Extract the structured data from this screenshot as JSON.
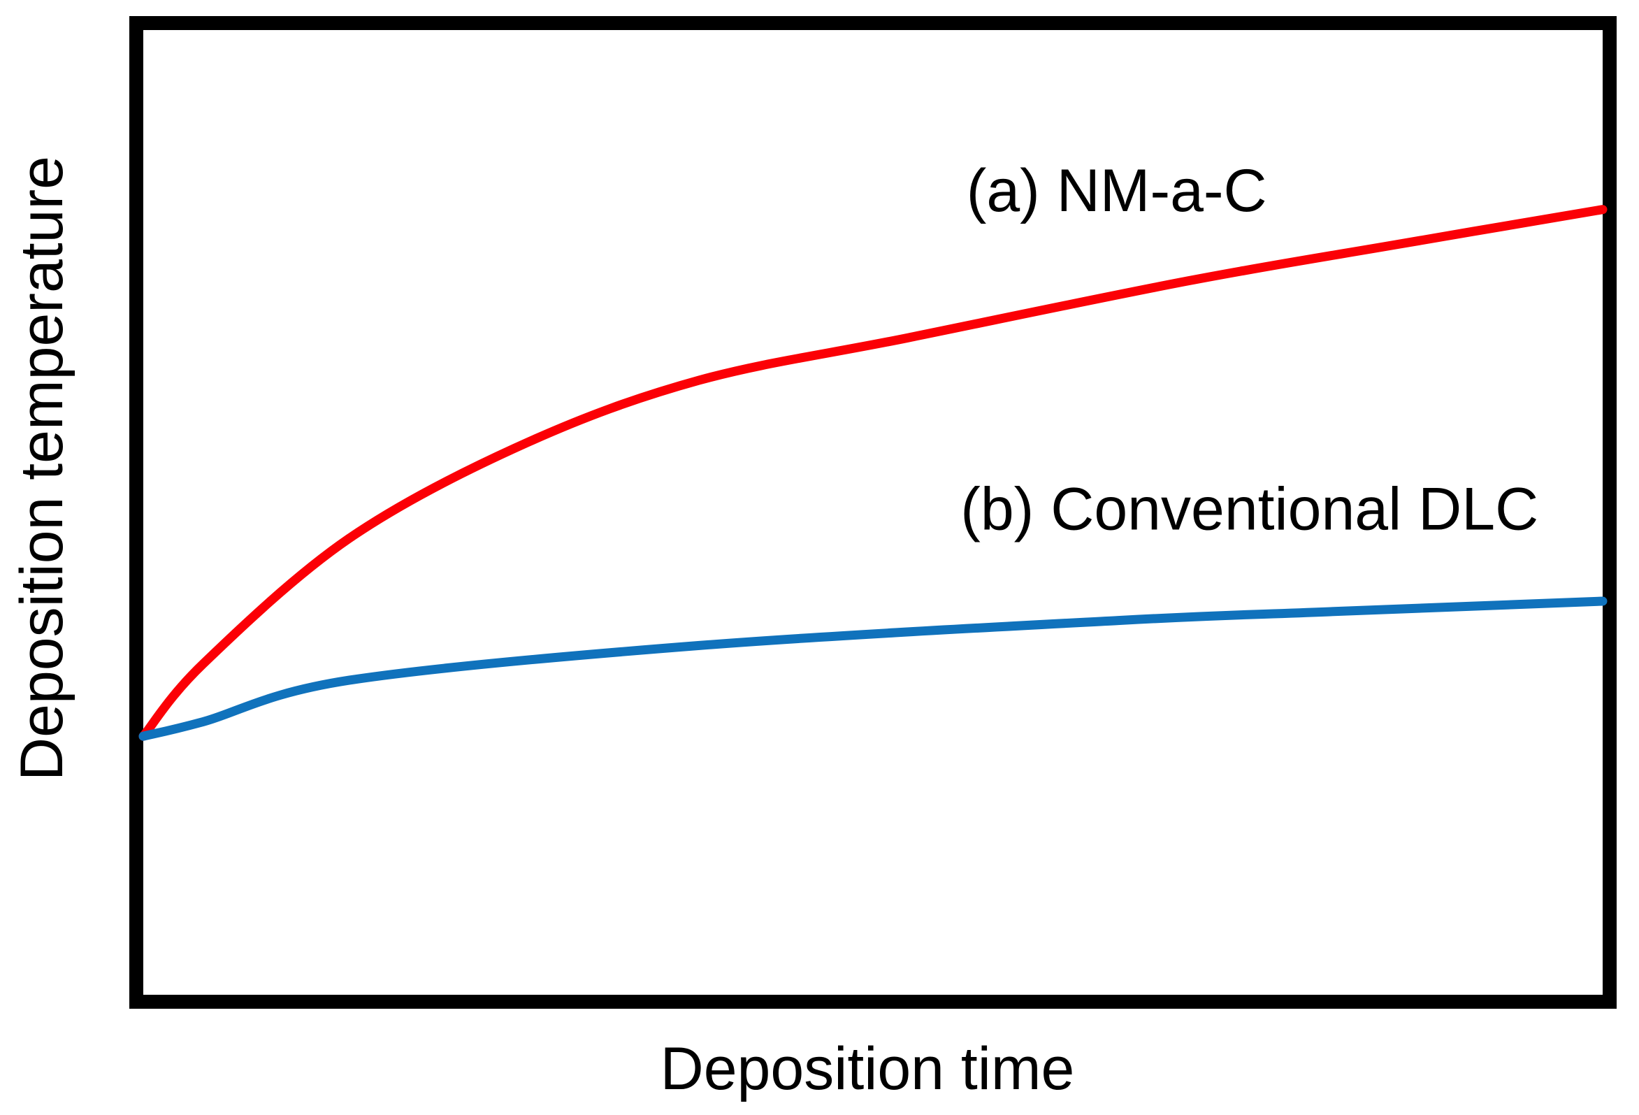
{
  "page": {
    "background_color": "#ffffff",
    "description": "Schematic line chart comparing deposition temperature vs deposition time for two coating types"
  },
  "chart_data": {
    "type": "line",
    "title": "",
    "xlabel": "Deposition time",
    "ylabel": "Deposition temperature",
    "x_axis": {
      "min": 0,
      "max": 1,
      "tick_labels": [],
      "numeric": false
    },
    "y_axis": {
      "min": 0,
      "max": 1,
      "tick_labels": [],
      "numeric": false
    },
    "grid": false,
    "legend_position": "inline-annotations",
    "frame_color": "#000000",
    "frame_line_width": 20,
    "series": [
      {
        "name": "(a) NM-a-C",
        "color": "#fb0006",
        "line_width": 13,
        "shape": "rapid logarithmic-like rise then gradual increase",
        "points": [
          [
            0.0,
            0.268
          ],
          [
            0.041,
            0.343
          ],
          [
            0.141,
            0.473
          ],
          [
            0.261,
            0.571
          ],
          [
            0.381,
            0.637
          ],
          [
            0.524,
            0.681
          ],
          [
            0.716,
            0.74
          ],
          [
            0.86,
            0.778
          ],
          [
            1.0,
            0.814
          ]
        ],
        "label_anchor": [
          0.667,
          0.834
        ]
      },
      {
        "name": "(b) Conventional DLC",
        "color": "#1072bc",
        "line_width": 13,
        "shape": "slight logarithmic-like rise, nearly flat",
        "points": [
          [
            0.0,
            0.268
          ],
          [
            0.041,
            0.283
          ],
          [
            0.141,
            0.326
          ],
          [
            0.381,
            0.362
          ],
          [
            0.668,
            0.388
          ],
          [
            0.812,
            0.397
          ],
          [
            1.0,
            0.408
          ]
        ],
        "label_anchor": [
          0.758,
          0.504
        ]
      }
    ]
  }
}
